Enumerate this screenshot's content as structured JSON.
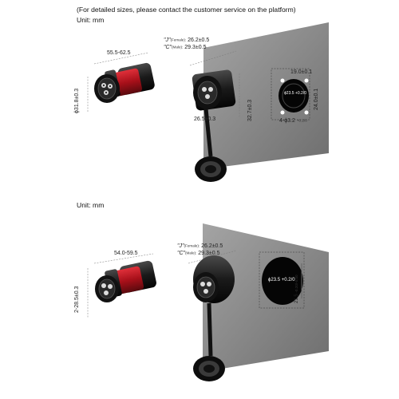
{
  "header": {
    "note": "(For detailed sizes, please contact the customer service on the platform)",
    "unit_label_1": "Unit: mm",
    "unit_label_2": "Unit: mm"
  },
  "diagram_top": {
    "length_dim": "55.5-62.5",
    "diameter_dim": "ϕ31.8±0.3",
    "female_label": "\"J\"",
    "female_sub": "(Female):",
    "female_value": "26.2±0.5",
    "male_label": "\"C\"",
    "male_sub": "(Male):",
    "male_value": "29.3±0.5",
    "height_dim": "32.7±0.3",
    "width_dim": "26.5±0.3",
    "hole_spacing": "19.0±0.1",
    "hole_spacing_v": "24.0±0.1",
    "cutout_dim": "ϕ23.5",
    "cutout_tol_top": "+0.2",
    "cutout_tol_bottom": "0",
    "screw_holes": "4-ϕ3.2",
    "screw_tol_top": "+0.2",
    "screw_tol_bottom": "0"
  },
  "diagram_bottom": {
    "length_dim": "54.0-59.5",
    "diameter_dim": "2-28.5±0.3",
    "female_label": "\"J\"",
    "female_sub": "(Female):",
    "female_value": "26.2±0.5",
    "male_label": "\"C\"",
    "male_sub": "(Male):",
    "male_value": "29.3±0.5",
    "cutout_dim": "ϕ23.5",
    "cutout_tol_top": "+0.2",
    "cutout_tol_bottom": "0",
    "flat_dim": "21.5",
    "flat_tol_top": "-0.20",
    "flat_tol_bottom": "-0.00"
  },
  "colors": {
    "panel": "#8c8c8c",
    "connector_black": "#1b1b1b",
    "connector_red": "#b3141c"
  }
}
